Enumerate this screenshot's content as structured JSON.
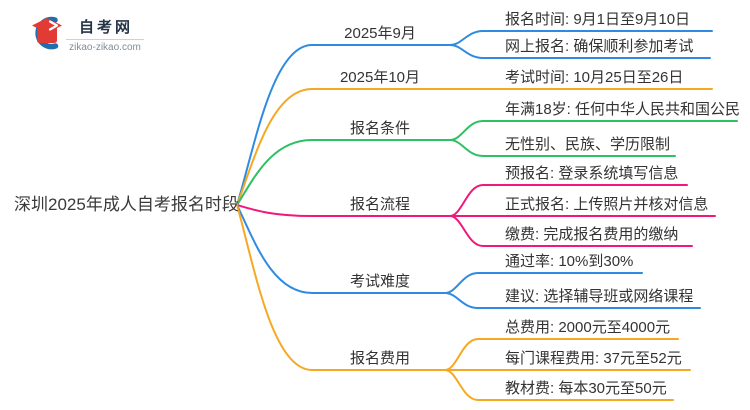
{
  "logo": {
    "site_name": "自考网",
    "site_url": "zikao-zikao.com",
    "icon": "graduation-cap-icon",
    "brand_blue": "#1d6fae",
    "brand_red": "#e23b35"
  },
  "colors": {
    "blue": "#2f8be2",
    "orange": "#f7a823",
    "green": "#2ec064",
    "pink": "#f0197b",
    "text": "#333333"
  },
  "mindmap": {
    "root": "深圳2025年成人自考报名时段",
    "branches": [
      {
        "label": "2025年9月",
        "color": "#2f8be2",
        "children": [
          {
            "text": "报名时间: 9月1日至9月10日"
          },
          {
            "text": "网上报名: 确保顺利参加考试"
          }
        ]
      },
      {
        "label": "2025年10月",
        "color": "#f7a823",
        "children": [
          {
            "text": "考试时间: 10月25日至26日"
          }
        ]
      },
      {
        "label": "报名条件",
        "color": "#2ec064",
        "children": [
          {
            "text": "年满18岁: 任何中华人民共和国公民"
          },
          {
            "text": "无性别、民族、学历限制"
          }
        ]
      },
      {
        "label": "报名流程",
        "color": "#f0197b",
        "children": [
          {
            "text": "预报名: 登录系统填写信息"
          },
          {
            "text": "正式报名: 上传照片并核对信息"
          },
          {
            "text": "缴费: 完成报名费用的缴纳"
          }
        ]
      },
      {
        "label": "考试难度",
        "color": "#2f8be2",
        "children": [
          {
            "text": "通过率: 10%到30%"
          },
          {
            "text": "建议: 选择辅导班或网络课程"
          }
        ]
      },
      {
        "label": "报名费用",
        "color": "#f7a823",
        "children": [
          {
            "text": "总费用: 2000元至4000元"
          },
          {
            "text": "每门课程费用: 37元至52元"
          },
          {
            "text": "教材费: 每本30元至50元"
          }
        ]
      }
    ]
  }
}
